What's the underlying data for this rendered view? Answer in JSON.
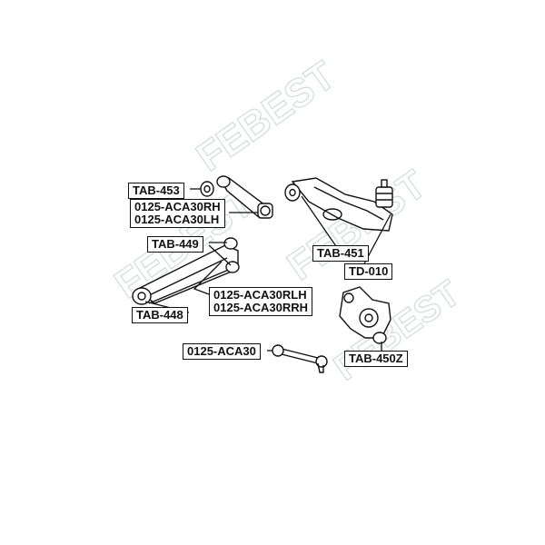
{
  "watermark": {
    "text": "FEBEST",
    "color": "#cfd6de"
  },
  "colors": {
    "ink": "#111111",
    "label_border": "#111111"
  },
  "labels": {
    "tab_453": "TAB-453",
    "aca30_arm": [
      "0125-ACA30RH",
      "0125-ACA30LH"
    ],
    "tab_449": "TAB-449",
    "aca30_lower": [
      "0125-ACA30RLH",
      "0125-ACA30RRH"
    ],
    "tab_448": "TAB-448",
    "aca30_link": "0125-ACA30",
    "tab_451": "TAB-451",
    "td_010": "TD-010",
    "tab_450z": "TAB-450Z"
  }
}
